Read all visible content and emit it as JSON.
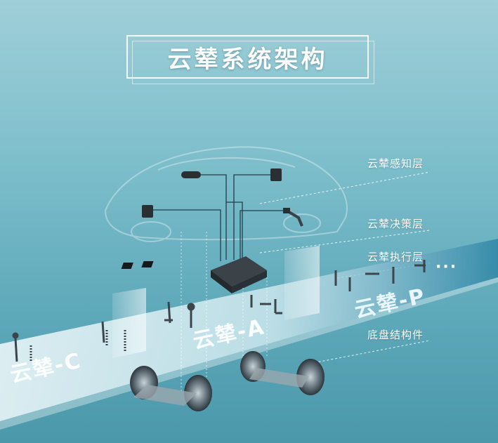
{
  "title": "云辇系统架构",
  "layers": {
    "perception": "云辇感知层",
    "decision": "云辇决策层",
    "execution": "云辇执行层",
    "chassis": "底盘结构件"
  },
  "platforms": {
    "c": "云辇-C",
    "a": "云辇-A",
    "p": "云辇-P"
  },
  "more": "···",
  "colors": {
    "background": "#7fbfcc",
    "strip": "#eaf6f8",
    "strip_dark": "#2f86a6",
    "line": "#ffffff"
  }
}
